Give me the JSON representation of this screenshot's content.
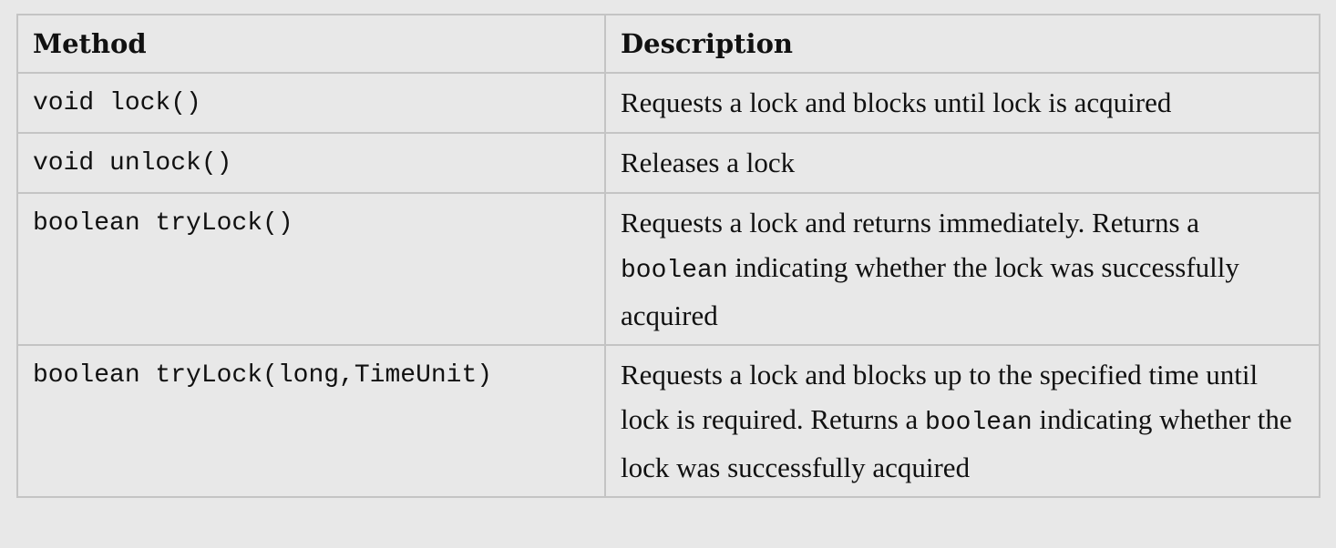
{
  "table": {
    "headers": {
      "method": "Method",
      "description": "Description"
    },
    "rows": [
      {
        "method": "void lock()",
        "desc_parts": [
          "Requests a lock and blocks until lock is acquired"
        ]
      },
      {
        "method": "void unlock()",
        "desc_parts": [
          "Releases a lock"
        ]
      },
      {
        "method": "boolean tryLock()",
        "desc_parts": [
          "Requests a lock and returns immediately. Returns a ",
          "boolean",
          " indicating whether the lock was successfully acquired"
        ]
      },
      {
        "method": "boolean tryLock(long,TimeUnit)",
        "desc_parts": [
          "Requests a lock and blocks up to the specified time until lock is required. Returns a ",
          "boolean",
          " indicating whether the lock was successfully acquired"
        ]
      }
    ]
  }
}
